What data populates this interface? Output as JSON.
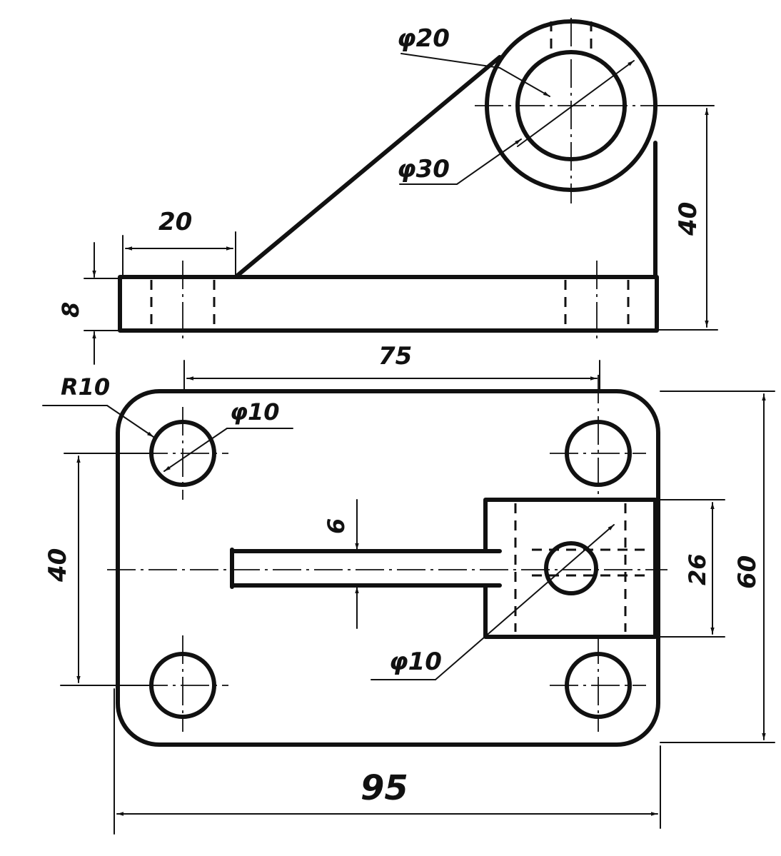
{
  "dimensions": {
    "d20_top": "φ20",
    "d30_top": "φ30",
    "w20": "20",
    "h8": "8",
    "h40_right": "40",
    "l75": "75",
    "r10": "R10",
    "d10_hole": "φ10",
    "slot6": "6",
    "spacing40": "40",
    "w26": "26",
    "h60": "60",
    "d10_center": "φ10",
    "l95": "95"
  }
}
